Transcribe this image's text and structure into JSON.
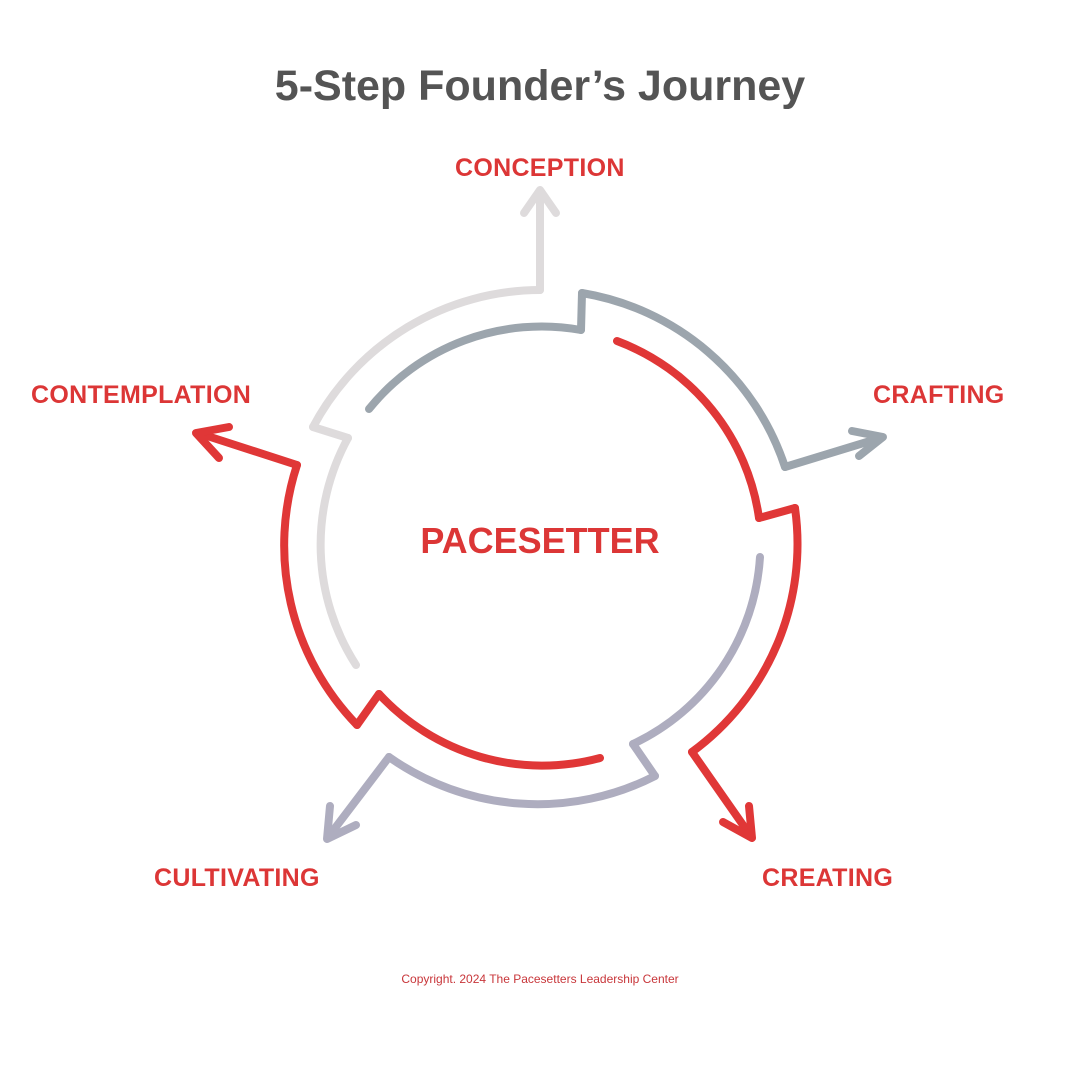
{
  "title": "5-Step Founder’s Journey",
  "center_label": "PACESETTER",
  "steps": [
    {
      "label": "CONCEPTION",
      "color": "#dedbdc"
    },
    {
      "label": "CRAFTING",
      "color": "#9ca5ad"
    },
    {
      "label": "CREATING",
      "color": "#e03737"
    },
    {
      "label": "CULTIVATING",
      "color": "#aeadbf"
    },
    {
      "label": "CONTEMPLATION",
      "color": "#e03737"
    }
  ],
  "copyright": "Copyright. 2024 The Pacesetters Leadership Center"
}
